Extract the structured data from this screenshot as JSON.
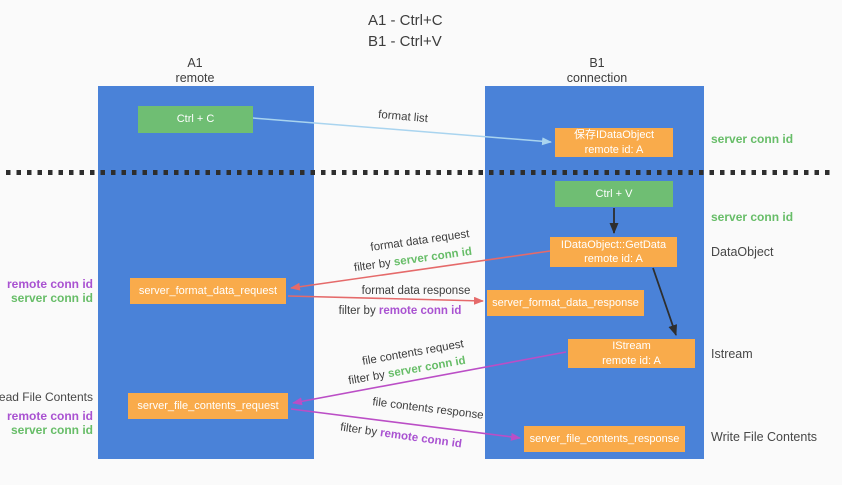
{
  "title": {
    "line1": "A1 - Ctrl+C",
    "line2": "B1 - Ctrl+V"
  },
  "lanes": {
    "a": {
      "name": "A1",
      "subtitle": "remote"
    },
    "b": {
      "name": "B1",
      "subtitle": "connection"
    }
  },
  "nodes": {
    "ctrl_c": {
      "label": "Ctrl + C"
    },
    "save_dataobject": {
      "line1": "保存IDataObject",
      "line2": "remote id: A"
    },
    "ctrl_v": {
      "label": "Ctrl + V"
    },
    "getdata": {
      "line1": "IDataObject::GetData",
      "line2": "remote id: A"
    },
    "format_request": {
      "label": "server_format_data_request"
    },
    "format_response": {
      "label": "server_format_data_response"
    },
    "istream": {
      "line1": "IStream",
      "line2": "remote id: A"
    },
    "file_request": {
      "label": "server_file_contents_request"
    },
    "file_response": {
      "label": "server_file_contents_response"
    }
  },
  "flows": {
    "format_list": {
      "label": "format list"
    },
    "format_request": {
      "label": "format data request",
      "filter": "filter by",
      "filter_id": "server conn id"
    },
    "format_response": {
      "label": "format data response",
      "filter": "filter by",
      "filter_id": "remote conn id"
    },
    "file_request": {
      "label": "file contents request",
      "filter": "filter by",
      "filter_id": "server conn id"
    },
    "file_response": {
      "label": "file contents response",
      "filter": "filter by",
      "filter_id": "remote conn id"
    }
  },
  "left_labels": {
    "format_remote": "remote conn id",
    "format_server": "server conn id",
    "read_file": "Read File Contents",
    "file_remote": "remote conn id",
    "file_server": "server conn id"
  },
  "right_labels": {
    "server_conn_top": "server conn id",
    "server_conn_mid": "server conn id",
    "dataobject": "DataObject",
    "istream": "Istream",
    "write_file": "Write File Contents"
  },
  "colors": {
    "background": "#fafafa",
    "lane_blue": "#4a82d8",
    "green_box": "#6fbe73",
    "orange_box": "#f9ab4b",
    "arrow_blue": "#a9d4ef",
    "arrow_black": "#2e2e2e",
    "arrow_red": "#e56a6a",
    "arrow_magenta": "#bb4ec6",
    "text_green": "#67bd68",
    "text_purple": "#a952d1",
    "text_dark": "#3d3d3d"
  }
}
